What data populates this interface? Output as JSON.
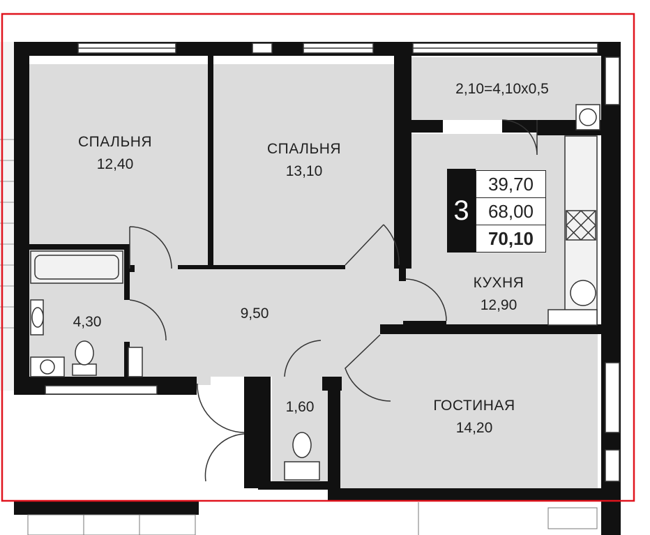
{
  "rooms": {
    "bedroom1": {
      "name": "СПАЛЬНЯ",
      "area": "12,40"
    },
    "bedroom2": {
      "name": "СПАЛЬНЯ",
      "area": "13,10"
    },
    "balcony": {
      "area": "2,10=4,10x0,5"
    },
    "bathroom": {
      "area": "4,30"
    },
    "hallway": {
      "area": "9,50"
    },
    "kitchen": {
      "name": "КУХНЯ",
      "area": "12,90"
    },
    "wc": {
      "area": "1,60"
    },
    "living": {
      "name": "ГОСТИНАЯ",
      "area": "14,20"
    }
  },
  "summary": {
    "rooms_count": "3",
    "living_area": "39,70",
    "total_area": "68,00",
    "total_with_balcony": "70,10"
  },
  "colors": {
    "wall": "#111111",
    "floor": "#dcdcdc",
    "highlight_frame": "#e0141e"
  }
}
